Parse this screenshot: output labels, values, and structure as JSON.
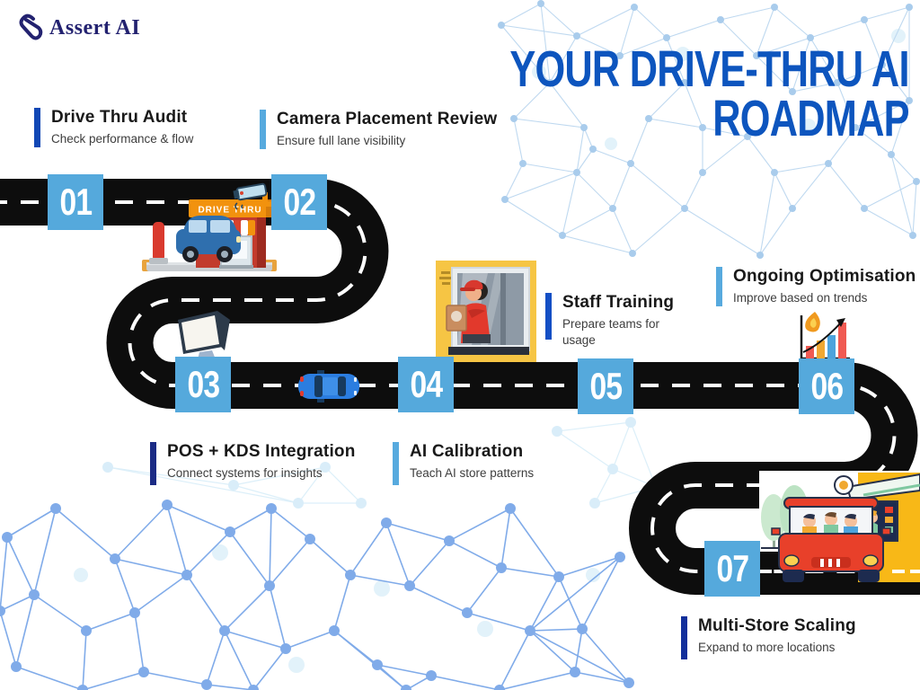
{
  "logo": {
    "brand": "Assert AI"
  },
  "header": {
    "title_line1": "YOUR DRIVE-THRU AI",
    "title_line2": "ROADMAP"
  },
  "steps": [
    {
      "number": "01",
      "title": "Drive Thru Audit",
      "description": "Check performance & flow",
      "bar_color": "#1147B5"
    },
    {
      "number": "02",
      "title": "Camera Placement Review",
      "description": "Ensure full lane visibility",
      "bar_color": "#57AADE"
    },
    {
      "number": "03",
      "title": "POS + KDS Integration",
      "description": "Connect systems for insights",
      "bar_color": "#1B2B85"
    },
    {
      "number": "04",
      "title": "AI Calibration",
      "description": "Teach AI store patterns",
      "bar_color": "#57AADE"
    },
    {
      "number": "05",
      "title": "Staff Training",
      "description": "Prepare teams for usage",
      "bar_color": "#144FC5"
    },
    {
      "number": "06",
      "title": "Ongoing Optimisation",
      "description": "Improve based on trends",
      "bar_color": "#57AADE"
    },
    {
      "number": "07",
      "title": "Multi-Store Scaling",
      "description": "Expand to more locations",
      "bar_color": "#122F9B"
    }
  ],
  "illustrations": {
    "drive_thru_sign_label": "DRIVE THRU"
  },
  "colors": {
    "badge_blue": "#55A9DC",
    "title_blue": "#0D55BE",
    "road_black": "#0D0D0D",
    "mesh_strong": "#7AA7E8",
    "mesh_light": "#BFD9F0",
    "logo_navy": "#232270"
  }
}
